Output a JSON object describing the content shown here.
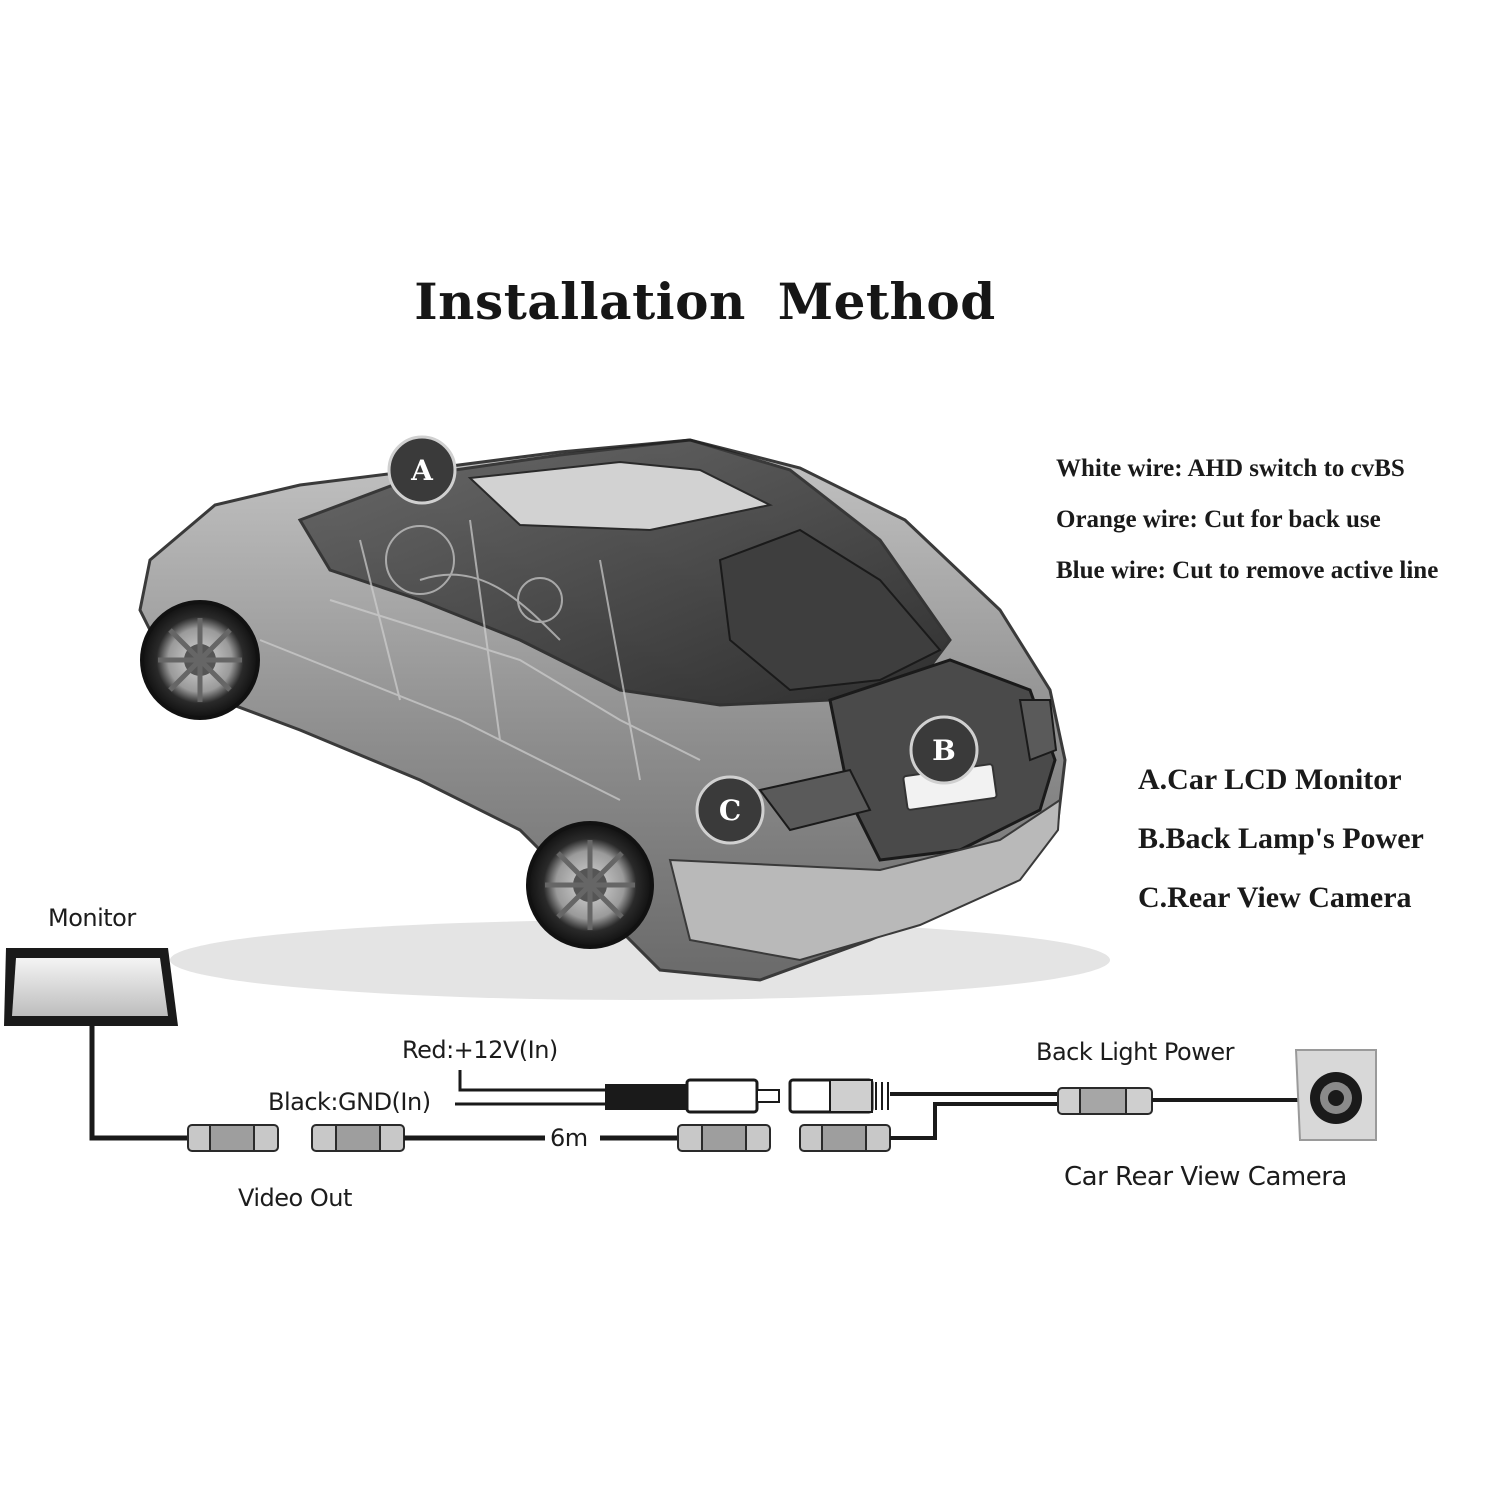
{
  "title": "Installation  Method",
  "wire_notes": [
    "White wire: AHD switch to cvBS",
    "Orange wire: Cut for back use",
    "Blue wire: Cut to remove active line"
  ],
  "legend": [
    "A.Car LCD Monitor",
    "B.Back Lamp's Power",
    "C.Rear View Camera"
  ],
  "markers": {
    "a": "A",
    "b": "B",
    "c": "C"
  },
  "wiring": {
    "monitor": "Monitor",
    "red_wire": "Red:+12V(In)",
    "black_wire": "Black:GND(In)",
    "video_out": "Video Out",
    "cable_length": "6m",
    "back_light_power": "Back Light Power",
    "camera": "Car Rear View Camera"
  },
  "colors": {
    "ink": "#1a1a1a",
    "marker_fill": "#3a3a3a",
    "car_body": "#a9a9a9"
  }
}
